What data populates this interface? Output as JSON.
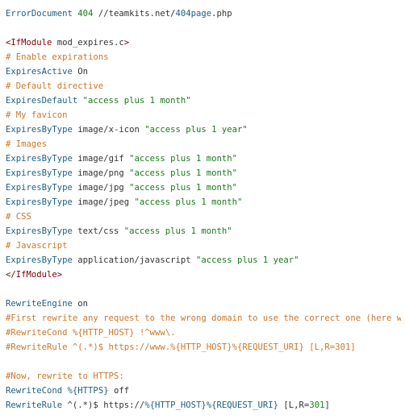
{
  "colors": {
    "directive": "#1f5f7f",
    "plain": "#333333",
    "string": "#1a7a1a",
    "comment": "#c9772b",
    "tag": "#800000",
    "number": "#1a7a1a"
  },
  "code": {
    "lines": [
      [
        {
          "text": "ErrorDocument ",
          "c": "directive"
        },
        {
          "text": "404",
          "c": "number"
        },
        {
          "text": " //teamkits.net/",
          "c": "plain"
        },
        {
          "text": "404page",
          "c": "directive"
        },
        {
          "text": ".php",
          "c": "plain"
        }
      ],
      [],
      [
        {
          "text": "<IfModule",
          "c": "tag"
        },
        {
          "text": " mod_expires.c",
          "c": "plain"
        },
        {
          "text": ">",
          "c": "tag"
        }
      ],
      [
        {
          "text": "# Enable expirations",
          "c": "comment"
        }
      ],
      [
        {
          "text": "ExpiresActive ",
          "c": "directive"
        },
        {
          "text": "On",
          "c": "plain"
        }
      ],
      [
        {
          "text": "# Default directive",
          "c": "comment"
        }
      ],
      [
        {
          "text": "ExpiresDefault ",
          "c": "directive"
        },
        {
          "text": "\"access plus 1 month\"",
          "c": "string"
        }
      ],
      [
        {
          "text": "# My favicon",
          "c": "comment"
        }
      ],
      [
        {
          "text": "ExpiresByType ",
          "c": "directive"
        },
        {
          "text": "image/x-icon ",
          "c": "plain"
        },
        {
          "text": "\"access plus 1 year\"",
          "c": "string"
        }
      ],
      [
        {
          "text": "# Images",
          "c": "comment"
        }
      ],
      [
        {
          "text": "ExpiresByType ",
          "c": "directive"
        },
        {
          "text": "image/gif ",
          "c": "plain"
        },
        {
          "text": "\"access plus 1 month\"",
          "c": "string"
        }
      ],
      [
        {
          "text": "ExpiresByType ",
          "c": "directive"
        },
        {
          "text": "image/png ",
          "c": "plain"
        },
        {
          "text": "\"access plus 1 month\"",
          "c": "string"
        }
      ],
      [
        {
          "text": "ExpiresByType ",
          "c": "directive"
        },
        {
          "text": "image/jpg ",
          "c": "plain"
        },
        {
          "text": "\"access plus 1 month\"",
          "c": "string"
        }
      ],
      [
        {
          "text": "ExpiresByType ",
          "c": "directive"
        },
        {
          "text": "image/jpeg ",
          "c": "plain"
        },
        {
          "text": "\"access plus 1 month\"",
          "c": "string"
        }
      ],
      [
        {
          "text": "# CSS",
          "c": "comment"
        }
      ],
      [
        {
          "text": "ExpiresByType ",
          "c": "directive"
        },
        {
          "text": "text/css ",
          "c": "plain"
        },
        {
          "text": "\"access plus 1 month\"",
          "c": "string"
        }
      ],
      [
        {
          "text": "# Javascript",
          "c": "comment"
        }
      ],
      [
        {
          "text": "ExpiresByType ",
          "c": "directive"
        },
        {
          "text": "application/javascript ",
          "c": "plain"
        },
        {
          "text": "\"access plus 1 year\"",
          "c": "string"
        }
      ],
      [
        {
          "text": "</IfModule>",
          "c": "tag"
        }
      ],
      [],
      [
        {
          "text": "RewriteEngine ",
          "c": "directive"
        },
        {
          "text": "on",
          "c": "plain"
        }
      ],
      [
        {
          "text": "#First rewrite any request to the wrong domain to use the correct one (here www.)",
          "c": "comment"
        }
      ],
      [
        {
          "text": "#RewriteCond %{HTTP_HOST} !^www\\.",
          "c": "comment"
        }
      ],
      [
        {
          "text": "#RewriteRule ^(.*)$ https://www.%{HTTP_HOST}%{REQUEST_URI} [L,R=301]",
          "c": "comment"
        }
      ],
      [],
      [
        {
          "text": "#Now, rewrite to HTTPS:",
          "c": "comment"
        }
      ],
      [
        {
          "text": "RewriteCond ",
          "c": "directive"
        },
        {
          "text": "%{HTTPS}",
          "c": "directive"
        },
        {
          "text": " off",
          "c": "plain"
        }
      ],
      [
        {
          "text": "RewriteRule ",
          "c": "directive"
        },
        {
          "text": "^(.*)$ https://",
          "c": "plain"
        },
        {
          "text": "%{HTTP_HOST}%{REQUEST_URI}",
          "c": "directive"
        },
        {
          "text": " [L,R=",
          "c": "plain"
        },
        {
          "text": "301",
          "c": "number"
        },
        {
          "text": "]",
          "c": "plain"
        }
      ]
    ]
  }
}
